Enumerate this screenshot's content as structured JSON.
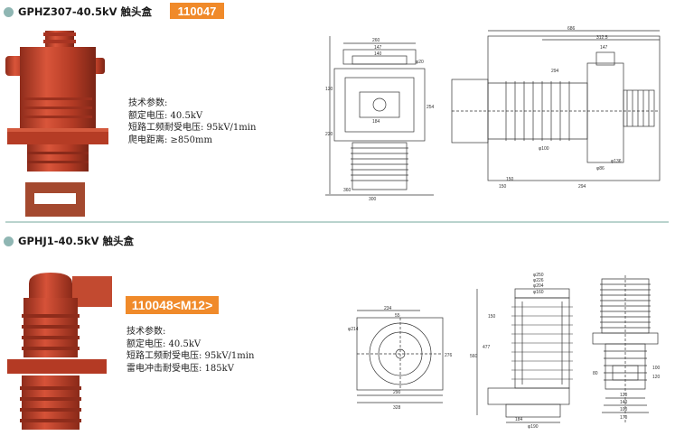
{
  "products": [
    {
      "title": "GPHZ307-40.5kV 触头盒",
      "code": "110047",
      "specs": [
        "技术参数:",
        "额定电压:   40.5kV",
        "短路工频耐受电压:   95kV/1min",
        "爬电距离:   ≥850mm"
      ],
      "dims_front": [
        "260",
        "147",
        "140",
        "120",
        "220",
        "254",
        "300",
        "360",
        "184",
        "φ20"
      ],
      "dims_side": [
        "686",
        "312.5",
        "147",
        "294",
        "150",
        "φ100",
        "φ86",
        "φ136",
        "150",
        "294"
      ]
    },
    {
      "title": "GPHJ1-40.5kV 触头盒",
      "code": "110048<M12>",
      "specs": [
        "技术参数:",
        "额定电压:   40.5kV",
        "短路工频耐受电压:   95kV/1min",
        "雷电冲击耐受电压:   185kV"
      ],
      "dims_top": [
        "234",
        "55",
        "276",
        "290",
        "328",
        "φ214"
      ],
      "dims_mid": [
        "φ250",
        "φ226",
        "φ204",
        "φ160",
        "150",
        "477",
        "560",
        "184",
        "φ190"
      ],
      "dims_right": [
        "80",
        "100",
        "120",
        "120",
        "140",
        "170",
        "100"
      ]
    }
  ],
  "colors": {
    "accent": "#f08a2a",
    "bullet": "#8fb6b3",
    "divider": "#b9d3cd",
    "insulator": "#c0432c"
  }
}
